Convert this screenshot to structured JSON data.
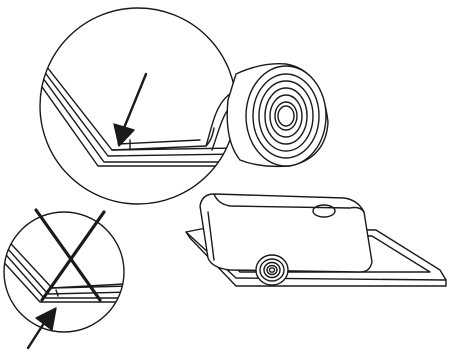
{
  "figure": {
    "kind": "installation-illustration",
    "text_labels": [],
    "panels": [
      {
        "id": "correct-detail",
        "icon": "magnified-seal-correct-icon"
      },
      {
        "id": "incorrect-detail",
        "icon": "magnified-seal-incorrect-icon"
      },
      {
        "id": "overview",
        "icon": "sink-with-tape-roll-icon"
      }
    ],
    "colors": {
      "line": "#1a1a1a",
      "fill": "#ffffff"
    }
  }
}
